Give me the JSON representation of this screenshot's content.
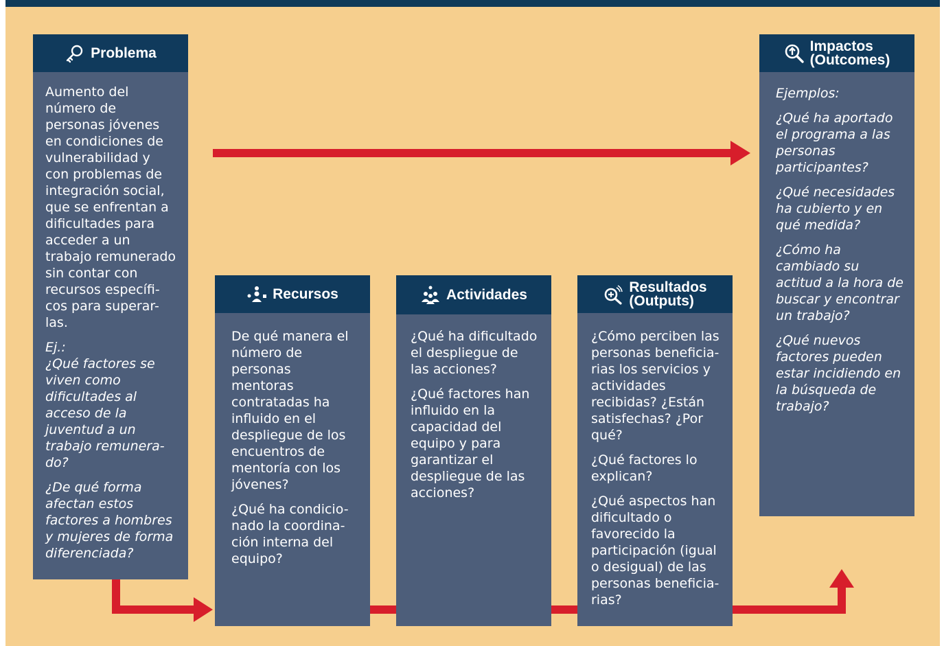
{
  "colors": {
    "background": "#f6cf8e",
    "top_bar": "#0f3a58",
    "box_body": "#4d5e7a",
    "box_header": "#103a5c",
    "arrow": "#d71e2b",
    "text": "#ffffff"
  },
  "boxes": {
    "problema": {
      "icon": "key-hand-icon",
      "title_lines": [
        "Problema"
      ],
      "paragraphs": [
        {
          "style": "normal",
          "lines": [
            "Aumento del",
            "número de",
            "personas jóvenes",
            "en condiciones de",
            "vulnerabilidad y",
            "con problemas de",
            "integración social,",
            "que se enfrentan a",
            "dificultades para",
            "acceder a un",
            "trabajo remunerado",
            "sin contar con",
            "recursos específi-",
            "cos para superar-",
            "las."
          ]
        },
        {
          "style": "italic",
          "lines": [
            "Ej.:",
            "¿Qué factores se",
            "viven como",
            "dificultades al",
            "acceso de la",
            "juventud a un",
            "trabajo remunera-",
            "do?"
          ]
        },
        {
          "style": "italic",
          "lines": [
            "¿De qué forma",
            "afectan estos",
            "factores a hombres",
            "y mujeres de forma",
            "diferenciada?"
          ]
        }
      ]
    },
    "recursos": {
      "icon": "person-resources-icon",
      "title_lines": [
        "Recursos"
      ],
      "paragraphs": [
        {
          "style": "normal",
          "lines": [
            "De qué manera el",
            "número de",
            "personas",
            "mentoras",
            "contratadas ha",
            "influido en el",
            "despliegue de los",
            "encuentros de",
            "mentoría con los",
            "jóvenes?"
          ]
        },
        {
          "style": "normal",
          "lines": [
            "¿Qué ha condicio-",
            "nado la coordina-",
            "ción interna del",
            "equipo?"
          ]
        }
      ]
    },
    "actividades": {
      "icon": "group-idea-icon",
      "title_lines": [
        "Actividades"
      ],
      "paragraphs": [
        {
          "style": "normal",
          "lines": [
            "¿Qué ha dificultado",
            "el despliegue de",
            "las acciones?"
          ]
        },
        {
          "style": "normal",
          "lines": [
            "¿Qué factores han",
            "influido en la",
            "capacidad del",
            "equipo y para",
            "garantizar el",
            "despliegue de las",
            "acciones?"
          ]
        }
      ]
    },
    "resultados": {
      "icon": "magnifier-plus-icon",
      "title_lines": [
        "Resultados",
        "(Outputs)"
      ],
      "paragraphs": [
        {
          "style": "normal",
          "lines": [
            "¿Cómo perciben las",
            "personas beneficia-",
            "rias los servicios y",
            "actividades",
            "recibidas? ¿Están",
            "satisfechas? ¿Por",
            "qué?"
          ]
        },
        {
          "style": "normal",
          "lines": [
            "¿Qué factores lo",
            "explican?"
          ]
        },
        {
          "style": "normal",
          "lines": [
            "¿Qué aspectos han",
            "dificultado o",
            "favorecido la",
            "participación (igual",
            "o desigual) de las",
            "personas beneficia-",
            "rias?"
          ]
        }
      ]
    },
    "impactos": {
      "icon": "magnifier-up-icon",
      "title_lines": [
        "Impactos",
        "(Outcomes)"
      ],
      "paragraphs": [
        {
          "style": "italic",
          "lines": [
            "Ejemplos:"
          ]
        },
        {
          "style": "italic",
          "lines": [
            "¿Qué ha aportado",
            "el programa a las",
            "personas",
            "participantes?"
          ]
        },
        {
          "style": "italic",
          "lines": [
            "¿Qué necesidades",
            "ha cubierto y en",
            "qué medida?"
          ]
        },
        {
          "style": "italic",
          "lines": [
            "¿Cómo ha",
            "cambiado su",
            "actitud a la hora de",
            "buscar y encontrar",
            "un trabajo?"
          ]
        },
        {
          "style": "italic",
          "lines": [
            "¿Qué nuevos",
            "factores pueden",
            "estar incidiendo en",
            "la búsqueda de",
            "trabajo?"
          ]
        }
      ]
    }
  }
}
